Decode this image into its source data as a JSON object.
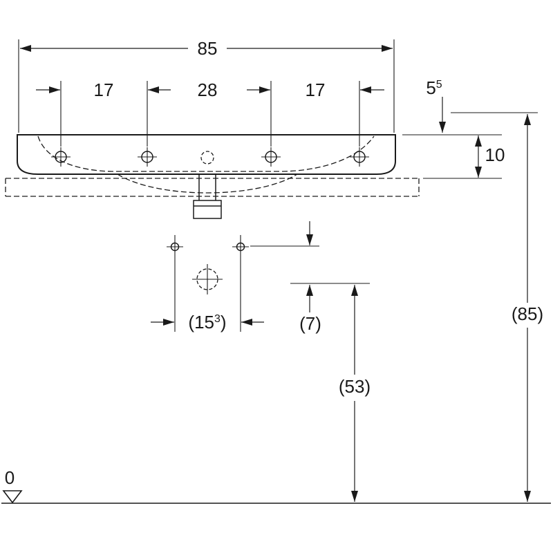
{
  "colors": {
    "line": "#1a1a1a",
    "background": "#ffffff"
  },
  "dims": {
    "total_width": "85",
    "spacing_left": "17",
    "spacing_center": "28",
    "spacing_right": "17",
    "edge_offset_base": "5",
    "edge_offset_sup": "5",
    "front_height": "10",
    "fixing_span_open": "(15",
    "fixing_span_sup": "3",
    "fixing_span_close": ")",
    "drain_offset": "(7)",
    "drain_height": "(53)",
    "rim_height": "(85)",
    "datum_zero": "0"
  }
}
